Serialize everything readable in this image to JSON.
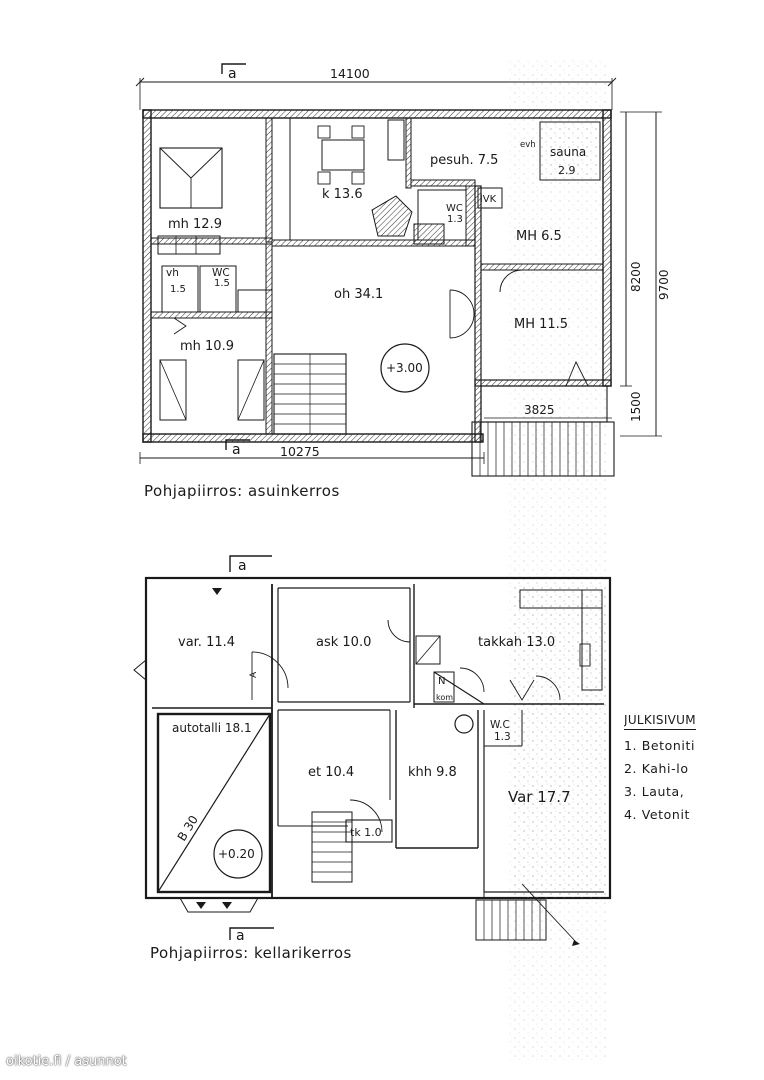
{
  "upper_floor": {
    "caption": "Pohjapiirros: asuinkerros",
    "section_mark": "a",
    "dims": {
      "width_top": "14100",
      "width_bottom": "10275",
      "width_porch": "3825",
      "height_main": "8200",
      "height_total": "9700",
      "height_porch": "1500"
    },
    "rooms": [
      {
        "id": "mh-main",
        "label": "mh  12.9"
      },
      {
        "id": "kitchen",
        "label": "k  13.6"
      },
      {
        "id": "wash",
        "label": "pesuh. 7.5"
      },
      {
        "id": "sauna",
        "label": "sauna"
      },
      {
        "id": "sauna-area",
        "label": "2.9"
      },
      {
        "id": "wc-a",
        "label": "WC"
      },
      {
        "id": "wc-a-area",
        "label": "1.3"
      },
      {
        "id": "lvk",
        "label": "lVK"
      },
      {
        "id": "mh-65",
        "label": "MH  6.5"
      },
      {
        "id": "vh",
        "label": "vh"
      },
      {
        "id": "vh-area",
        "label": "1.5"
      },
      {
        "id": "wc-b",
        "label": "WC"
      },
      {
        "id": "wc-b-area",
        "label": "1.5"
      },
      {
        "id": "living",
        "label": "oh  34.1"
      },
      {
        "id": "mh-115",
        "label": "MH  11.5"
      },
      {
        "id": "mh-109",
        "label": "mh  10.9"
      },
      {
        "id": "level",
        "label": "+3.00"
      },
      {
        "id": "evh",
        "label": "evh"
      }
    ]
  },
  "lower_floor": {
    "caption": "Pohjapiirros: kellarikerros",
    "section_mark": "a",
    "rooms": [
      {
        "id": "var-114",
        "label": "var.  11.4"
      },
      {
        "id": "ask",
        "label": "ask  10.0"
      },
      {
        "id": "takkah",
        "label": "takkah  13.0"
      },
      {
        "id": "garage",
        "label": "autotalli 18.1"
      },
      {
        "id": "et",
        "label": "et 10.4"
      },
      {
        "id": "khh",
        "label": "khh  9.8"
      },
      {
        "id": "wc-c",
        "label": "W.C"
      },
      {
        "id": "wc-c-area",
        "label": "1.3"
      },
      {
        "id": "var-177",
        "label": "Var 17.7"
      },
      {
        "id": "tk",
        "label": "tk  1.0"
      },
      {
        "id": "level",
        "label": "+0.20"
      },
      {
        "id": "ramp",
        "label": "B 30"
      },
      {
        "id": "kom",
        "label": "kom"
      },
      {
        "id": "n",
        "label": "N"
      },
      {
        "id": "a-mark",
        "label": "A"
      }
    ]
  },
  "legend": {
    "title": "JULKISIVUM",
    "items": [
      "1.  Betoniti",
      "2.  Kahi-lo",
      "3.  Lauta,",
      "4.  Vetonit"
    ]
  },
  "watermark": "oikotie.fi / asunnot"
}
